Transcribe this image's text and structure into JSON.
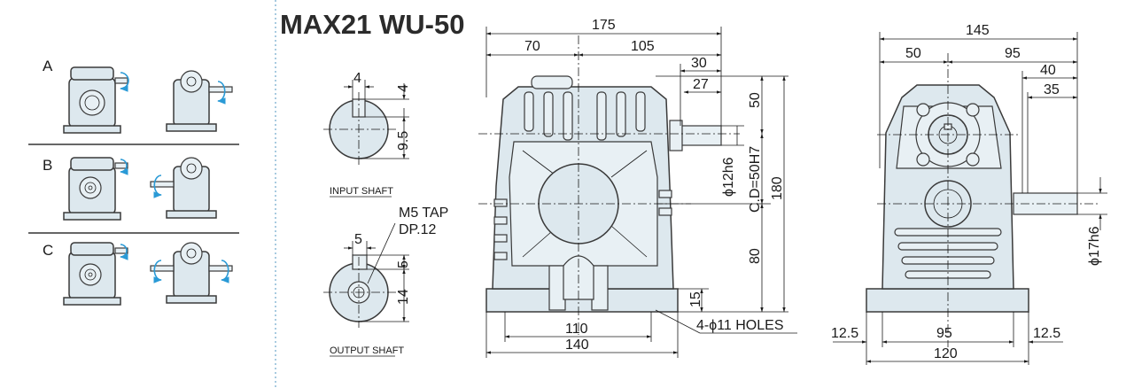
{
  "title": "MAX21 WU-50",
  "mounting": {
    "labels": [
      "A",
      "B",
      "C"
    ]
  },
  "input_shaft": {
    "label": "INPUT SHAFT",
    "dim_width": "4",
    "dim_depth": "4",
    "dim_height": "9.5"
  },
  "output_shaft": {
    "label": "OUTPUT SHAFT",
    "tap_label": "M5 TAP",
    "depth_label": "DP.12",
    "dim_width": "5",
    "dim_depth": "5",
    "dim_height": "14"
  },
  "front_view": {
    "dim_total_width": "175",
    "dim_left": "70",
    "dim_right": "105",
    "dim_shaft_30": "30",
    "dim_shaft_27": "27",
    "dim_top_50": "50",
    "dim_cd": "C.D=50H7",
    "dim_total_height": "180",
    "dim_shaft_dia": "ϕ12h6",
    "dim_bottom_80": "80",
    "dim_base_15": "15",
    "dim_base_110": "110",
    "dim_base_140": "140",
    "holes_label": "4-ϕ11 HOLES"
  },
  "side_view": {
    "dim_total_width": "145",
    "dim_left": "50",
    "dim_right": "95",
    "dim_40": "40",
    "dim_35": "35",
    "dim_shaft_dia": "ϕ17h6",
    "dim_left_12_5": "12.5",
    "dim_mid_95": "95",
    "dim_right_12_5": "12.5",
    "dim_base_120": "120"
  },
  "colors": {
    "body_fill": "#dde8ee",
    "arrow_color": "#2a9ad6",
    "divider": "#6fa8cc"
  }
}
